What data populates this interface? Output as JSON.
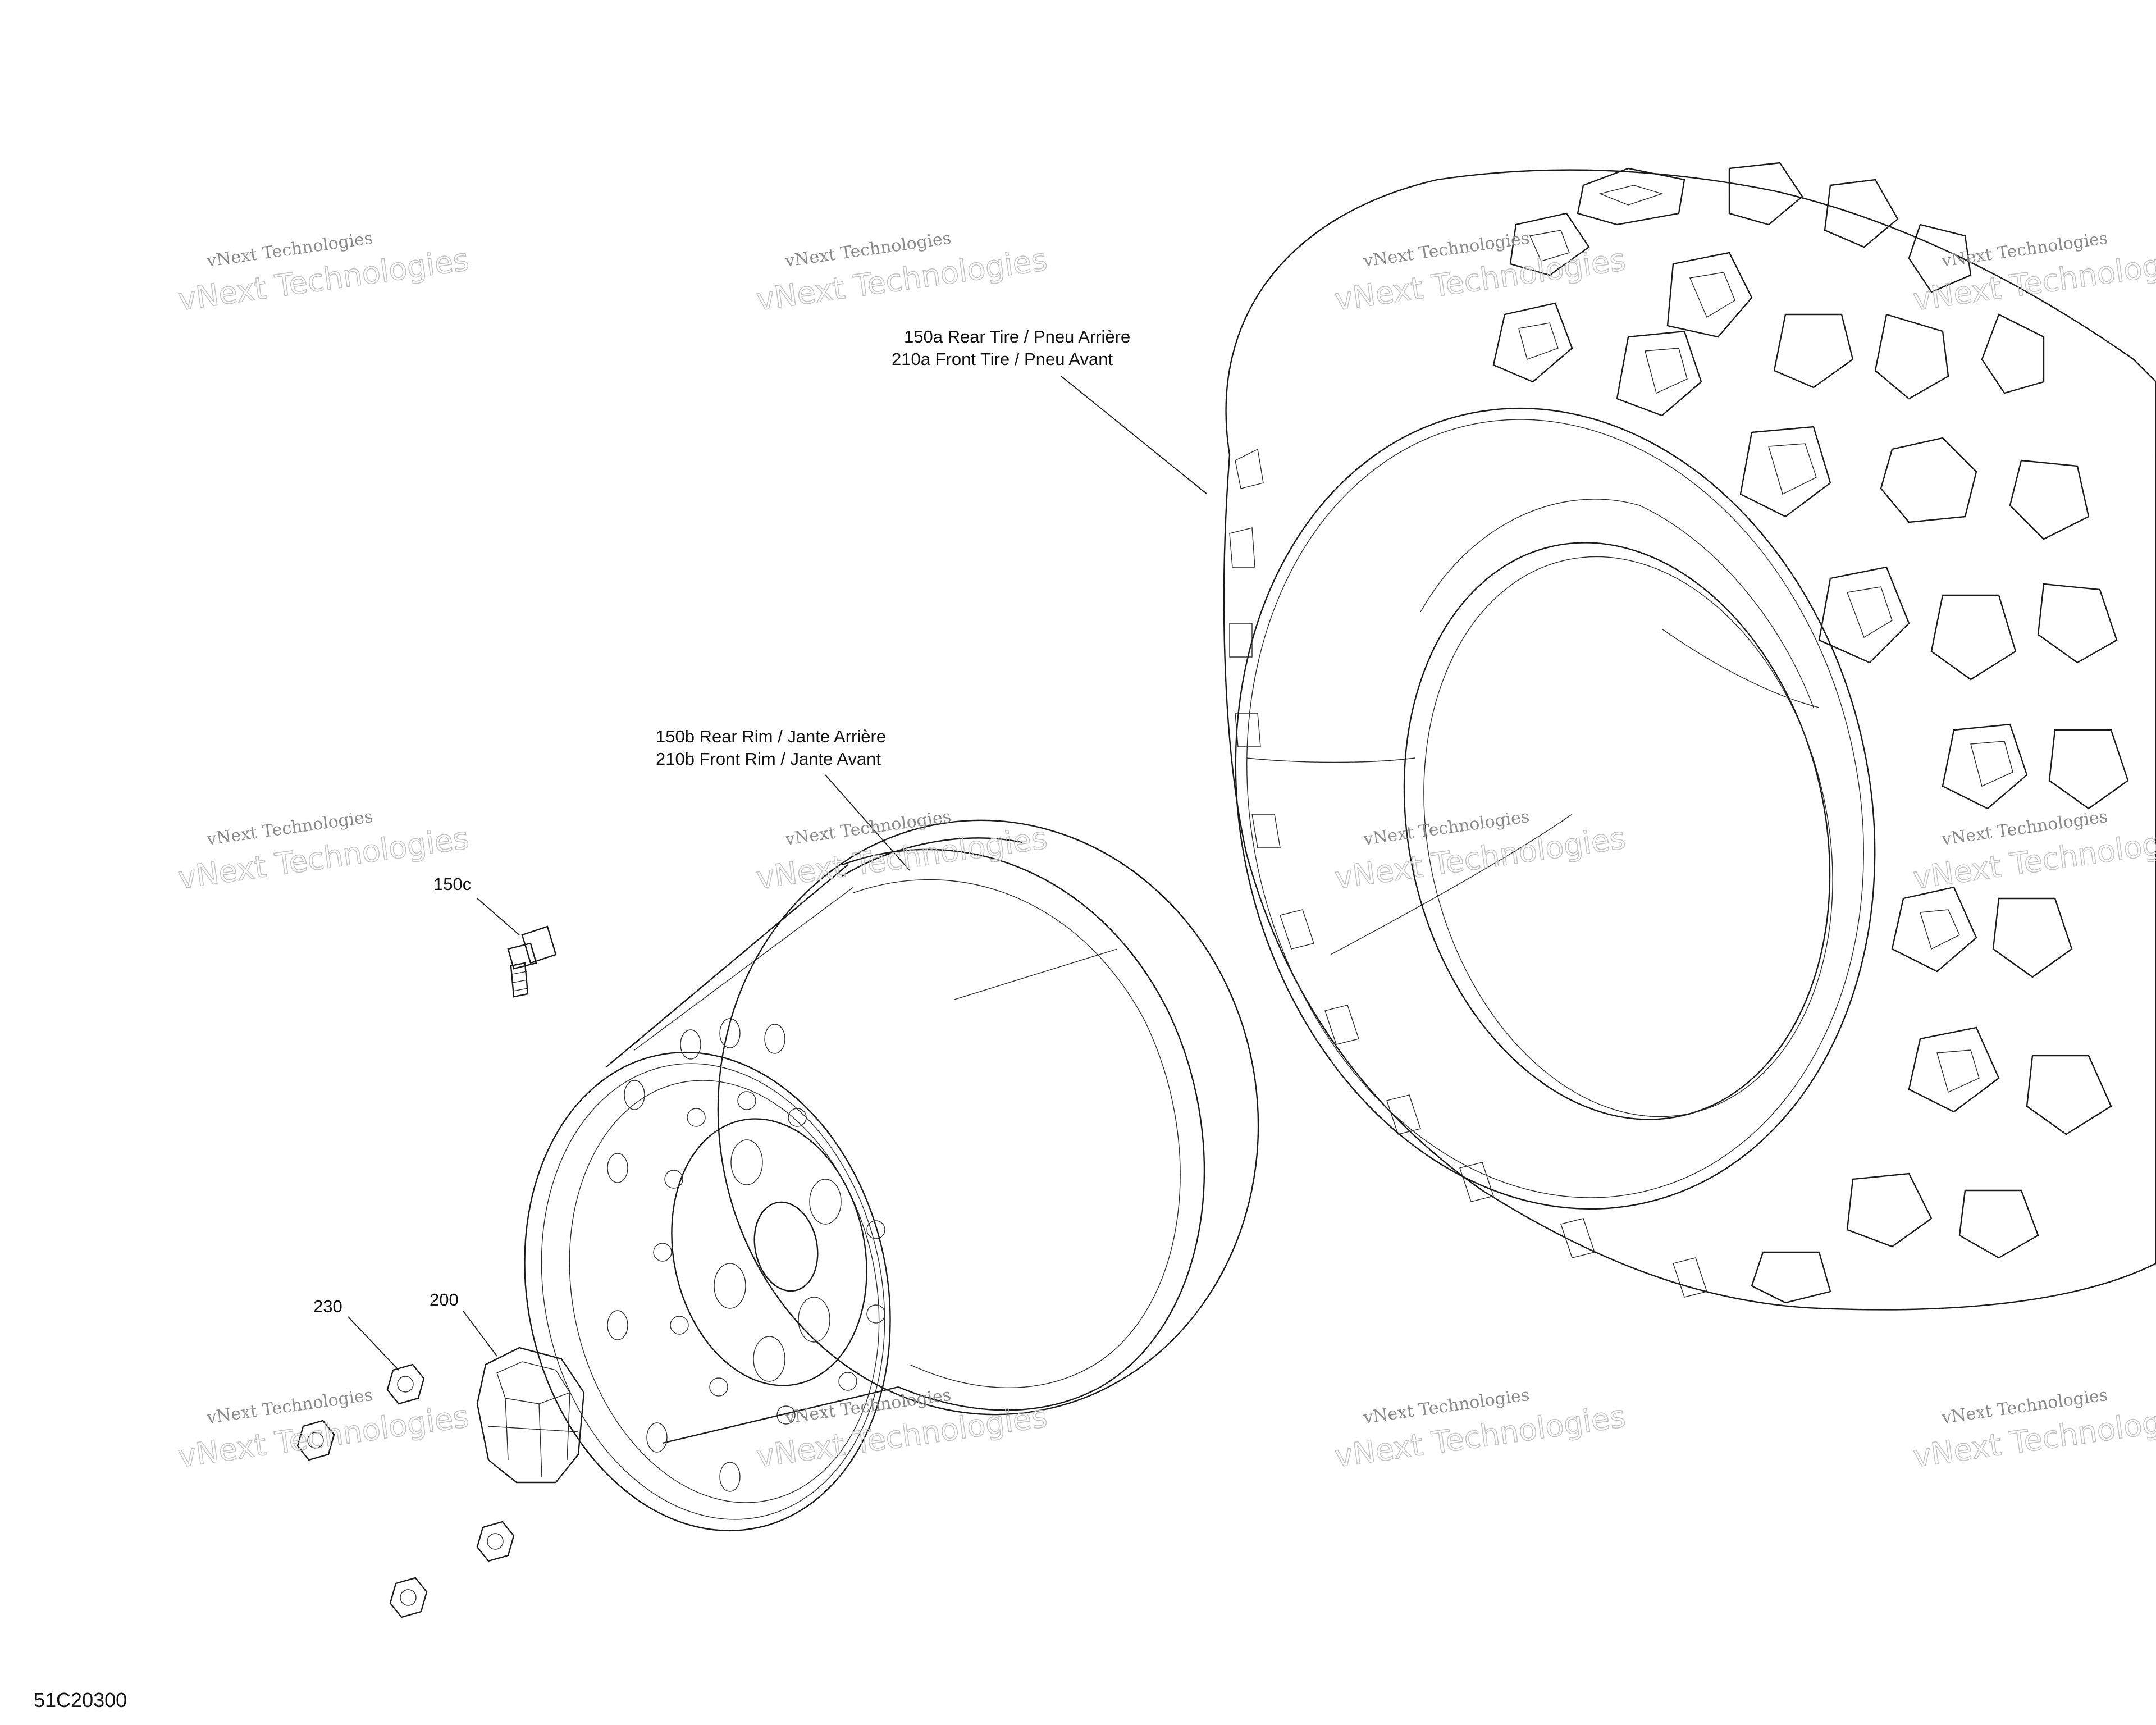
{
  "callouts": {
    "tire_line1": "150a Rear Tire / Pneu Arrière",
    "tire_line2": "210a Front Tire / Pneu Avant",
    "rim_line1": "150b Rear Rim / Jante Arrière",
    "rim_line2": "210b Front Rim / Jante Avant",
    "valve": "150c",
    "cap": "200",
    "nut": "230"
  },
  "diagram_code": "51C20300",
  "watermark": {
    "line1": "vNext Technologies",
    "line2": "vNext Technologies"
  },
  "colors": {
    "line": "#1a1a1a",
    "watermark": "#c4c4c4",
    "background": "#ffffff"
  }
}
